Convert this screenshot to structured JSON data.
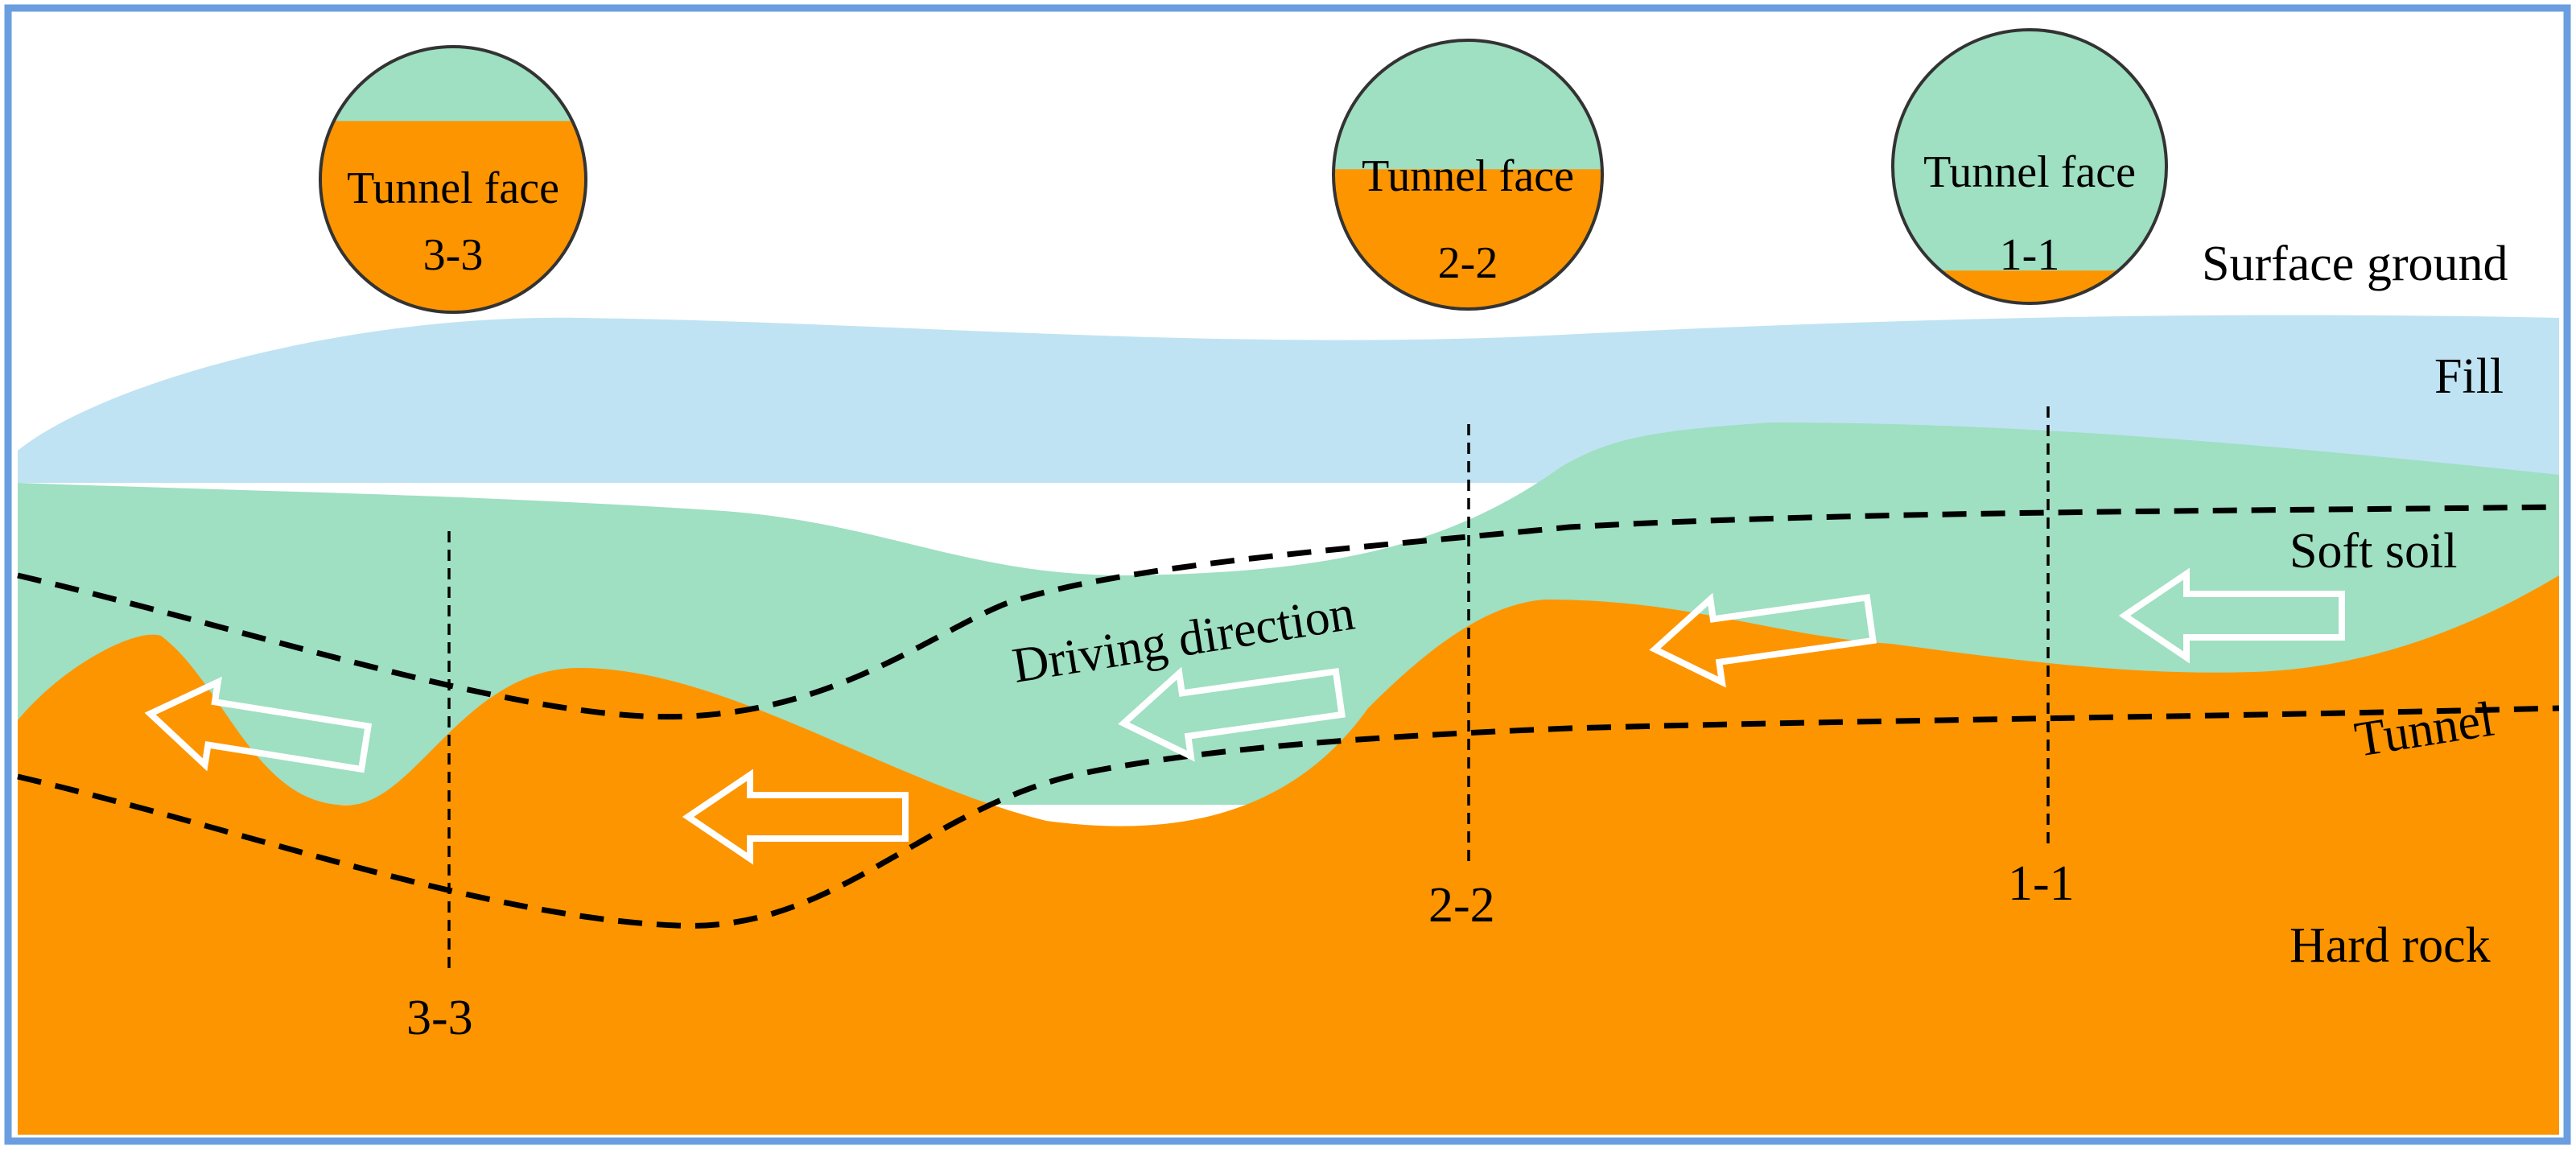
{
  "colors": {
    "frame": "#6a9ee0",
    "fill": "#bfe3f3",
    "soft_soil": "#9fdfc2",
    "hard_rock": "#fd9500",
    "line": "#000000",
    "arrow_outline": "#ffffff"
  },
  "layers": {
    "surface_ground": "Surface ground",
    "fill": "Fill",
    "soft_soil": "Soft soil",
    "tunnel": "Tunnel",
    "hard_rock": "Hard rock"
  },
  "driving_direction": "Driving direction",
  "arrow_icon": "left-arrow-icon",
  "sections": [
    {
      "id": "3-3",
      "face_label": "Tunnel face",
      "section_label": "3-3",
      "rock_fraction": 0.72
    },
    {
      "id": "2-2",
      "face_label": "Tunnel face",
      "section_label": "2-2",
      "rock_fraction": 0.52
    },
    {
      "id": "1-1",
      "face_label": "Tunnel face",
      "section_label": "1-1",
      "rock_fraction": 0.12
    }
  ]
}
